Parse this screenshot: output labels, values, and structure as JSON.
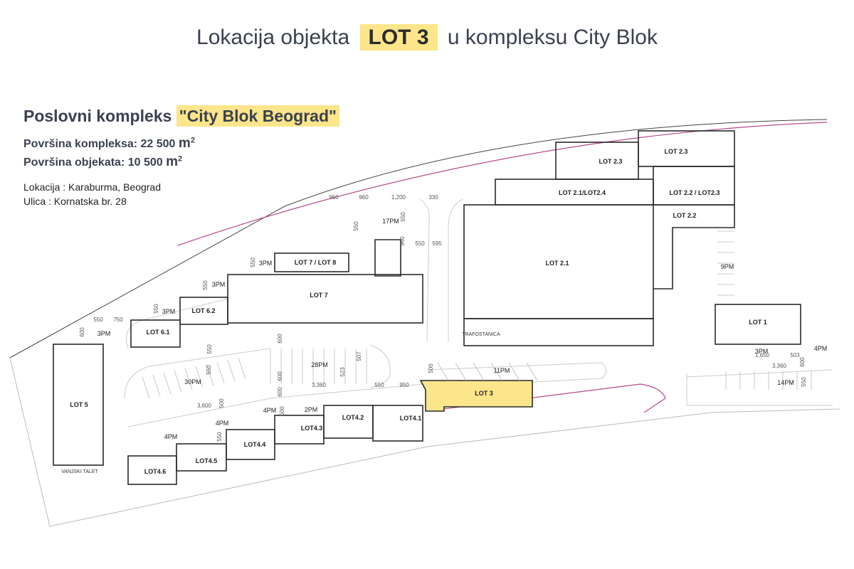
{
  "title": {
    "prefix": "Lokacija objekta",
    "highlight": "LOT 3",
    "suffix": "u kompleksu City Blok"
  },
  "info": {
    "complex_label": "Poslovni kompleks",
    "complex_name": "\"City Blok Beograd\"",
    "area_complex": "Površina kompleksa: 22 500",
    "area_objects": "Površina objekata: 10 500",
    "unit": "m",
    "unit_exp": "2",
    "location": "Lokacija : Karaburma, Beograd",
    "street": "Ulica : Kornatska br. 28"
  },
  "colors": {
    "highlight": "#fce58a",
    "road_line": "#b54a8c",
    "building": "#2a2a2a"
  },
  "map": {
    "lots": [
      "LOT 2.3",
      "LOT 2.3",
      "LOT 2.1/LOT2.4",
      "LOT 2.2 / LOT2.3",
      "LOT 2.2",
      "LOT 2.1",
      "LOT 7 / LOT 8",
      "LOT 7",
      "LOT 6.2",
      "LOT 6.1",
      "LOT 5",
      "LOT 1",
      "LOT 3",
      "LOT4.1",
      "LOT4.2",
      "LOT4.3",
      "LOT4.4",
      "LOT4.5",
      "LOT4.6"
    ],
    "parking": [
      "17PM",
      "3PM",
      "3PM",
      "3PM",
      "3PM",
      "9PM",
      "28PM",
      "30PM",
      "11PM",
      "2PM",
      "4PM",
      "4PM",
      "4PM",
      "14PM",
      "3PM",
      "4PM"
    ],
    "dimensions": [
      "960",
      "960",
      "1,200",
      "330",
      "550",
      "550",
      "595",
      "960",
      "550",
      "550",
      "550",
      "550",
      "550",
      "750",
      "600",
      "600",
      "550",
      "550",
      "600",
      "3,360",
      "550",
      "950",
      "3,600",
      "600",
      "500",
      "500",
      "523",
      "507",
      "3,360",
      "600",
      "550",
      "1,650",
      "503",
      "500",
      "550"
    ],
    "other": [
      "TRAFOSTANICA",
      "VANJSKI TALET"
    ]
  }
}
